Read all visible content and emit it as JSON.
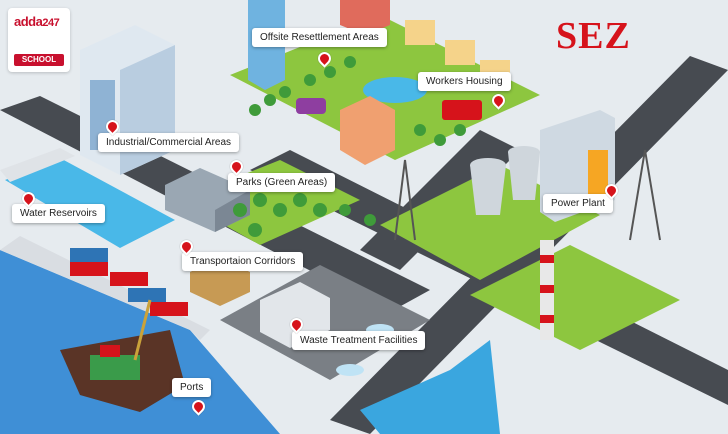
{
  "logo": {
    "brand_text": "adda",
    "brand_number": "247",
    "badge_text": "SCHOOL",
    "color": "#c8102e"
  },
  "title": {
    "text": "SEZ",
    "color": "#d6131b"
  },
  "labels": {
    "offsite_resettlement": "Offsite Resettlement Areas",
    "workers_housing": "Workers Housing",
    "industrial_commercial": "Industrial/Commercial Areas",
    "parks": "Parks (Green Areas)",
    "water_reservoirs": "Water Reservoirs",
    "power_plant": "Power Plant",
    "transport_corridors": "Transportaion Corridors",
    "waste_treatment": "Waste Treatment Facilities",
    "ports": "Ports"
  },
  "colors": {
    "road": "#474b51",
    "grass": "#8dc63f",
    "water": "#3aa6df",
    "pin": "#d6131b"
  }
}
